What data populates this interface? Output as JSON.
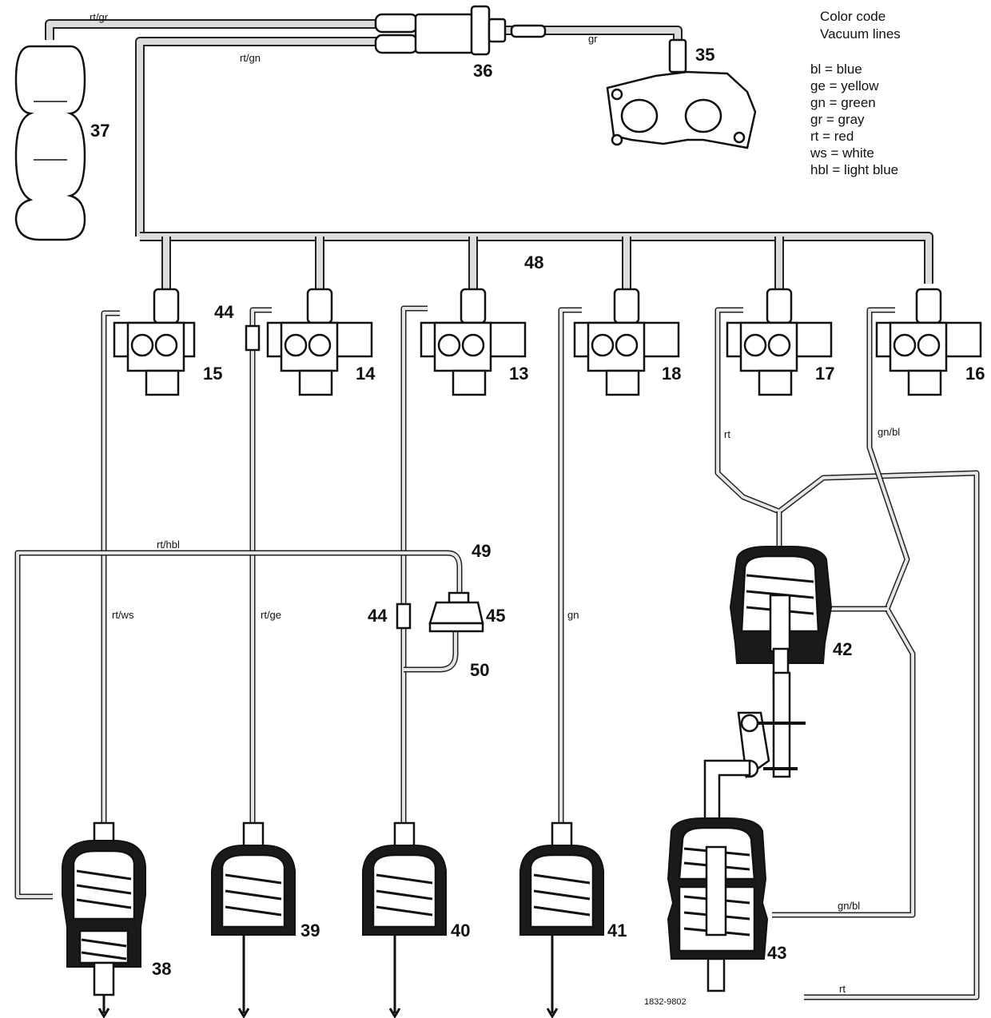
{
  "legend": {
    "title_line1": "Color code",
    "title_line2": "Vacuum lines",
    "entries": [
      "bl  = blue",
      "ge  = yellow",
      "gn  = green",
      "gr  = gray",
      "rt   = red",
      "ws  = white",
      "hbl = light blue"
    ]
  },
  "part_numbers": {
    "p35": "35",
    "p36": "36",
    "p37": "37",
    "p48": "48",
    "p15": "15",
    "p14": "14",
    "p13": "13",
    "p18": "18",
    "p17": "17",
    "p16": "16",
    "p44a": "44",
    "p44b": "44",
    "p49": "49",
    "p45": "45",
    "p50": "50",
    "p42": "42",
    "p43": "43",
    "p38": "38",
    "p39": "39",
    "p40": "40",
    "p41": "41"
  },
  "line_labels": {
    "rt_gr": "rt/gr",
    "rt_gn": "rt/gn",
    "gr": "gr",
    "rt_hbl": "rt/hbl",
    "rt_ws": "rt/ws",
    "rt_ge": "rt/ge",
    "gn": "gn",
    "rt_17": "rt",
    "gn_bl_16": "gn/bl",
    "gn_bl_43": "gn/bl",
    "rt_43": "rt"
  },
  "figure_id": "1832-9802"
}
